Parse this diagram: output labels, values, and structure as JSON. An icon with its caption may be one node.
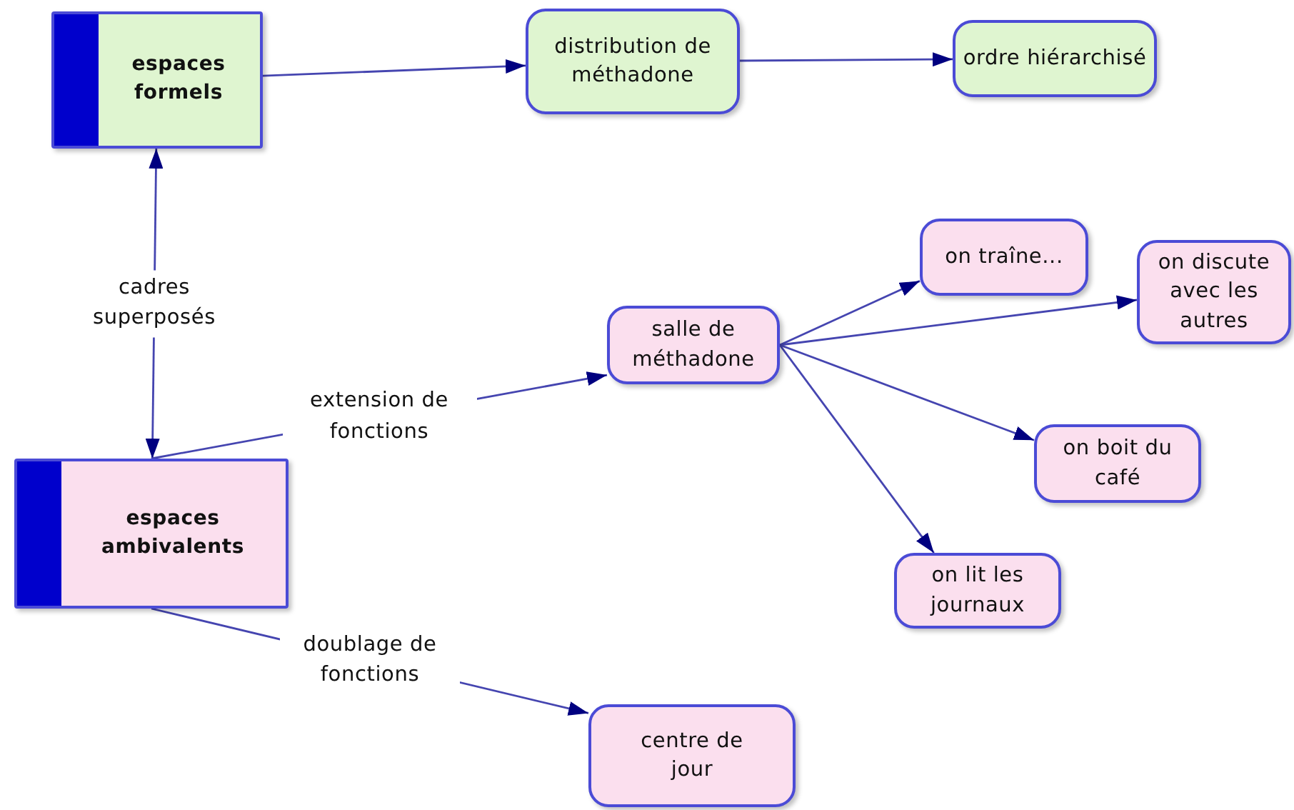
{
  "diagram": {
    "nodes": [
      {
        "text": [
          "espaces formels"
        ]
      },
      {
        "text": [
          "distribution de méthadone"
        ]
      },
      {
        "text": [
          "ordre hiérarchisé"
        ]
      },
      {
        "text": [
          "espaces ambivalents"
        ]
      },
      {
        "text": [
          "salle de méthadone"
        ]
      },
      {
        "text": [
          "on traîne..."
        ]
      },
      {
        "text": [
          "on discute avec les autres"
        ]
      },
      {
        "text": [
          "on boit du café"
        ]
      },
      {
        "text": [
          "on lit les journaux"
        ]
      },
      {
        "text": [
          "centre de jour"
        ]
      }
    ],
    "edges": [
      {
        "from": 0,
        "to": 1,
        "arrow": "to"
      },
      {
        "from": 1,
        "to": 2,
        "arrow": "to"
      },
      {
        "from": 3,
        "to": 0,
        "arrow": "both",
        "label": "cadres superposés"
      },
      {
        "from": 3,
        "to": 4,
        "arrow": "to",
        "label": "extension de fonctions"
      },
      {
        "from": 4,
        "to": 5,
        "arrow": "to"
      },
      {
        "from": 4,
        "to": 6,
        "arrow": "to"
      },
      {
        "from": 4,
        "to": 7,
        "arrow": "to"
      },
      {
        "from": 4,
        "to": 8,
        "arrow": "to"
      },
      {
        "from": 3,
        "to": 9,
        "arrow": "to",
        "label": "doublage de fonctions"
      }
    ]
  }
}
